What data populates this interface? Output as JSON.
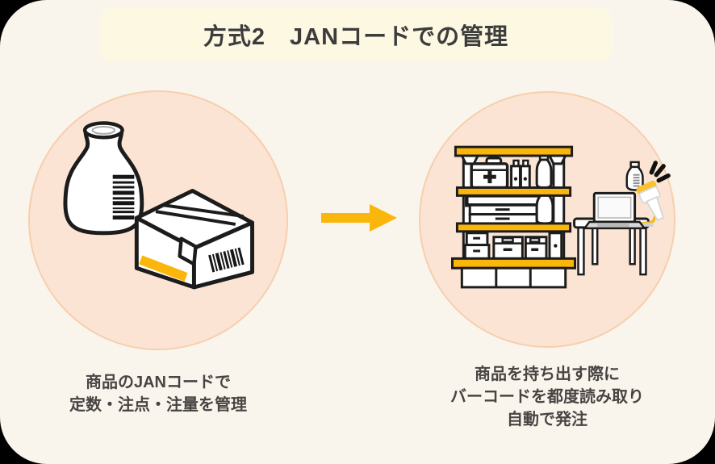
{
  "title": "方式2　JANコードでの管理",
  "colors": {
    "outer_background": "#000000",
    "card_background": "#faf5ec",
    "banner_background": "#fdf8e2",
    "circle_fill": "#fbe4d4",
    "circle_border": "#f6cfae",
    "accent_yellow": "#fbb60b",
    "text": "#474443",
    "outline_black": "#1c1c1c"
  },
  "left_panel": {
    "caption_lines": [
      "商品のJANコードで",
      "定数・注点・注量を管理"
    ],
    "icons": [
      "barcode-bottle-icon",
      "barcode-box-icon"
    ]
  },
  "arrow": {
    "direction": "right",
    "icon": "arrow-right-icon"
  },
  "right_panel": {
    "caption_lines": [
      "商品を持ち出す際に",
      "バーコードを都度読み取り",
      "自動で発注"
    ],
    "icons": [
      "storage-shelf-icon",
      "desk-icon",
      "laptop-icon",
      "barcode-scanner-icon",
      "scanned-bottle-icon",
      "alert-sparks-icon"
    ]
  }
}
